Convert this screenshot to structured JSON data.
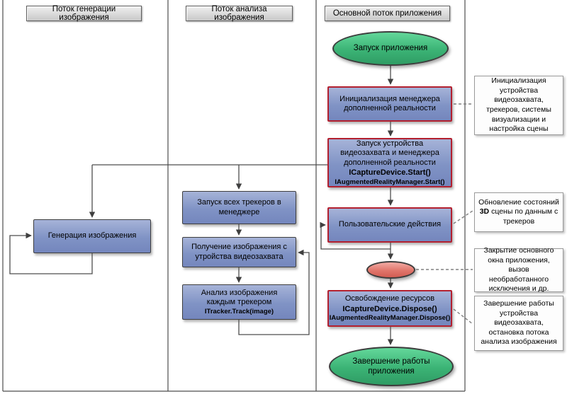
{
  "diagram": {
    "lanes": [
      {
        "title": "Поток генерации изображения"
      },
      {
        "title": "Поток анализа изображения"
      },
      {
        "title": "Основной поток приложения"
      }
    ],
    "nodes": {
      "start": "Запуск приложения",
      "init_manager": "Инициализация менеджера дополненной реальности",
      "start_capture": {
        "text": "Запуск устройства видеозахвата и менеджера дополненной реальности",
        "code_main": "ICaptureDevice.Start()",
        "code_sub": "IAugmentedRealityManager.Start()"
      },
      "user_actions": "Пользовательские действия",
      "release_resources": {
        "text": "Освобождение ресурсов",
        "code_main": "ICaptureDevice.Dispose()",
        "code_sub": "IAugmentedRealityManager.Dispose()"
      },
      "end": "Завершение работы приложения",
      "generate_image": "Генерация изображения",
      "start_trackers": "Запуск всех трекеров в менеджере",
      "get_image": "Получение изображения с утройства видеозахвата",
      "analyze_image": {
        "text": "Анализ изображения каждым трекером",
        "code_sub": "ITracker.Track(image)"
      }
    },
    "notes": {
      "init_details": "Инициализация устройства видеозахвата, трекеров, системы визуализации и настройка сцены",
      "scene_update": {
        "prefix": "Обновление состояний ",
        "bold": "3D",
        "suffix": " сцены по данным с трекеров"
      },
      "close_events": "Закрытие основного окна приложения, вызов необработанного исключения и др.",
      "shutdown_details": "Завершение работы устройства видеозахвата, остановка потока анализа изображения"
    },
    "colors": {
      "process_fill": "#8093c5",
      "process_border": "#3f3f3f",
      "highlight_border": "#b3202f",
      "terminal_fill": "#3bb375",
      "interrupt_fill": "#e0756b",
      "lane_header_fill": "#d9d9d9",
      "note_fill": "#fdfdfd",
      "connector": "#4d4d4d"
    }
  }
}
